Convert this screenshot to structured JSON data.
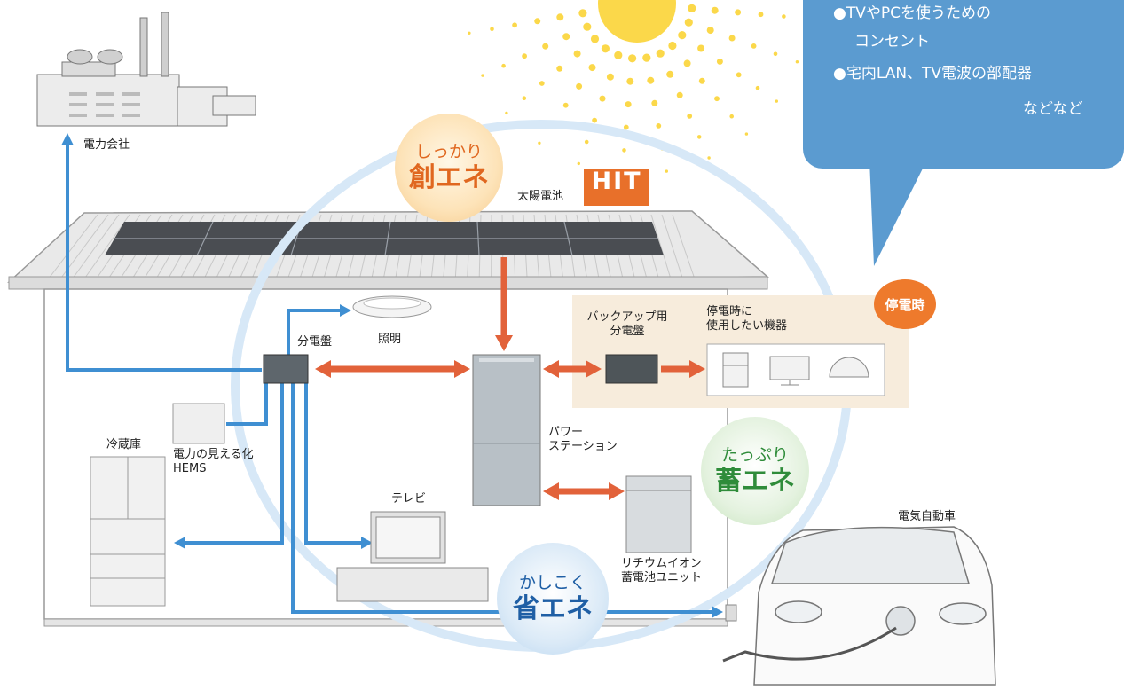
{
  "labels": {
    "power_company": "電力会社",
    "solar_cell": "太陽電池",
    "hit_logo": "HIT",
    "distribution_board": "分電盤",
    "lighting": "照明",
    "backup_board_line1": "バックアップ用",
    "backup_board_line2": "分電盤",
    "outage_devices_line1": "停電時に",
    "outage_devices_line2": "使用したい機器",
    "outage": "停電時",
    "power_station_line1": "パワー",
    "power_station_line2": "ステーション",
    "hems_line1": "電力の見える化",
    "hems_line2": "HEMS",
    "refrigerator": "冷蔵庫",
    "tv": "テレビ",
    "battery_line1": "リチウムイオン",
    "battery_line2": "蓄電池ユニット",
    "ev": "電気自動車"
  },
  "badges": {
    "create": {
      "line1": "しっかり",
      "line2": "創エネ"
    },
    "store": {
      "line1": "たっぷり",
      "line2": "蓄エネ"
    },
    "save": {
      "line1": "かしこく",
      "line2": "省エネ"
    }
  },
  "bubble": {
    "item1": "●TVやPCを使うための",
    "item2": "コンセント",
    "item3": "●宅内LAN、TV電波の部配器",
    "item4": "などなど"
  },
  "colors": {
    "blue_flow": "#3f8fd2",
    "orange_flow": "#e2623a",
    "bubble": "#5b9bd0",
    "outage_badge": "#ee7a2c",
    "sun": "#fbd84a"
  }
}
